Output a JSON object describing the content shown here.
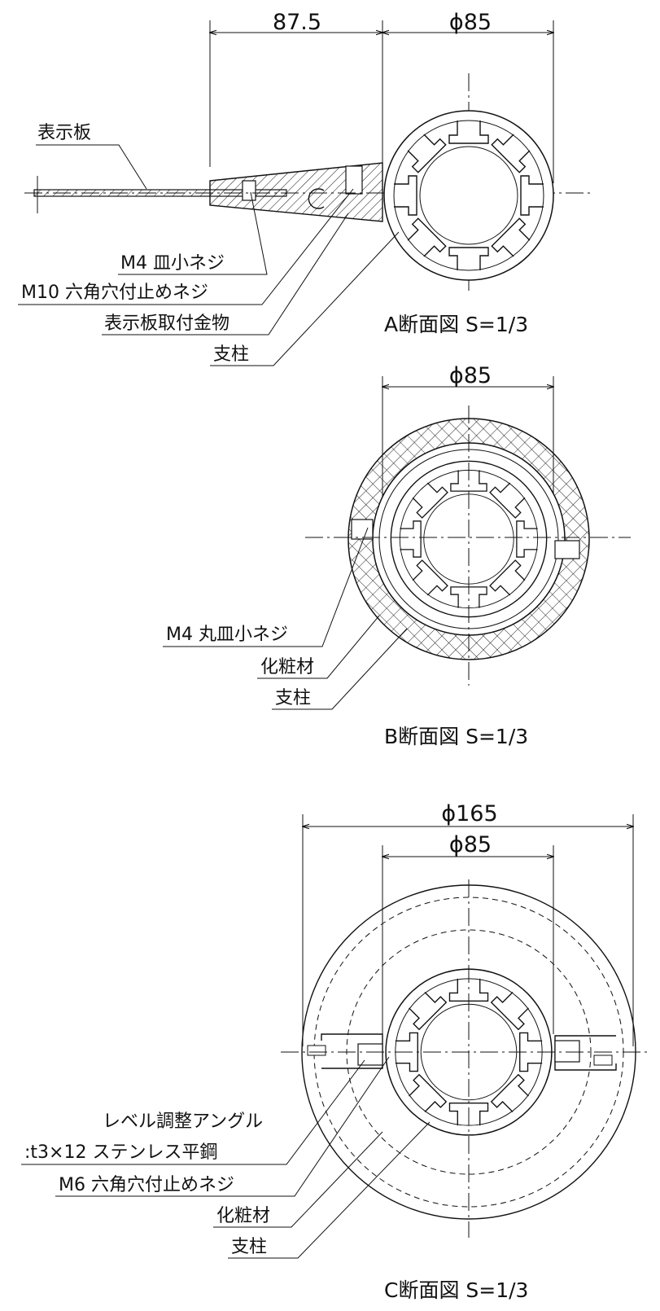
{
  "section_a": {
    "dim_width": "87.5",
    "dim_diameter": "ϕ85",
    "label_sign": "表示板",
    "label_m4_screw": "M4 皿小ネジ",
    "label_m10_screw": "M10 六角穴付止めネジ",
    "label_bracket": "表示板取付金物",
    "label_post": "支柱",
    "title": "A断面図 S=1/3"
  },
  "section_b": {
    "dim_diameter": "ϕ85",
    "label_m4_screw": "M4 丸皿小ネジ",
    "label_cover": "化粧材",
    "label_post": "支柱",
    "title": "B断面図 S=1/3"
  },
  "section_c": {
    "dim_outer": "ϕ165",
    "dim_inner": "ϕ85",
    "label_angle_1": "レベル調整アングル",
    "label_angle_2": ":t3×12 ステンレス平鋼",
    "label_m6_screw": "M6 六角穴付止めネジ",
    "label_cover": "化粧材",
    "label_post": "支柱",
    "title": "C断面図 S=1/3"
  }
}
